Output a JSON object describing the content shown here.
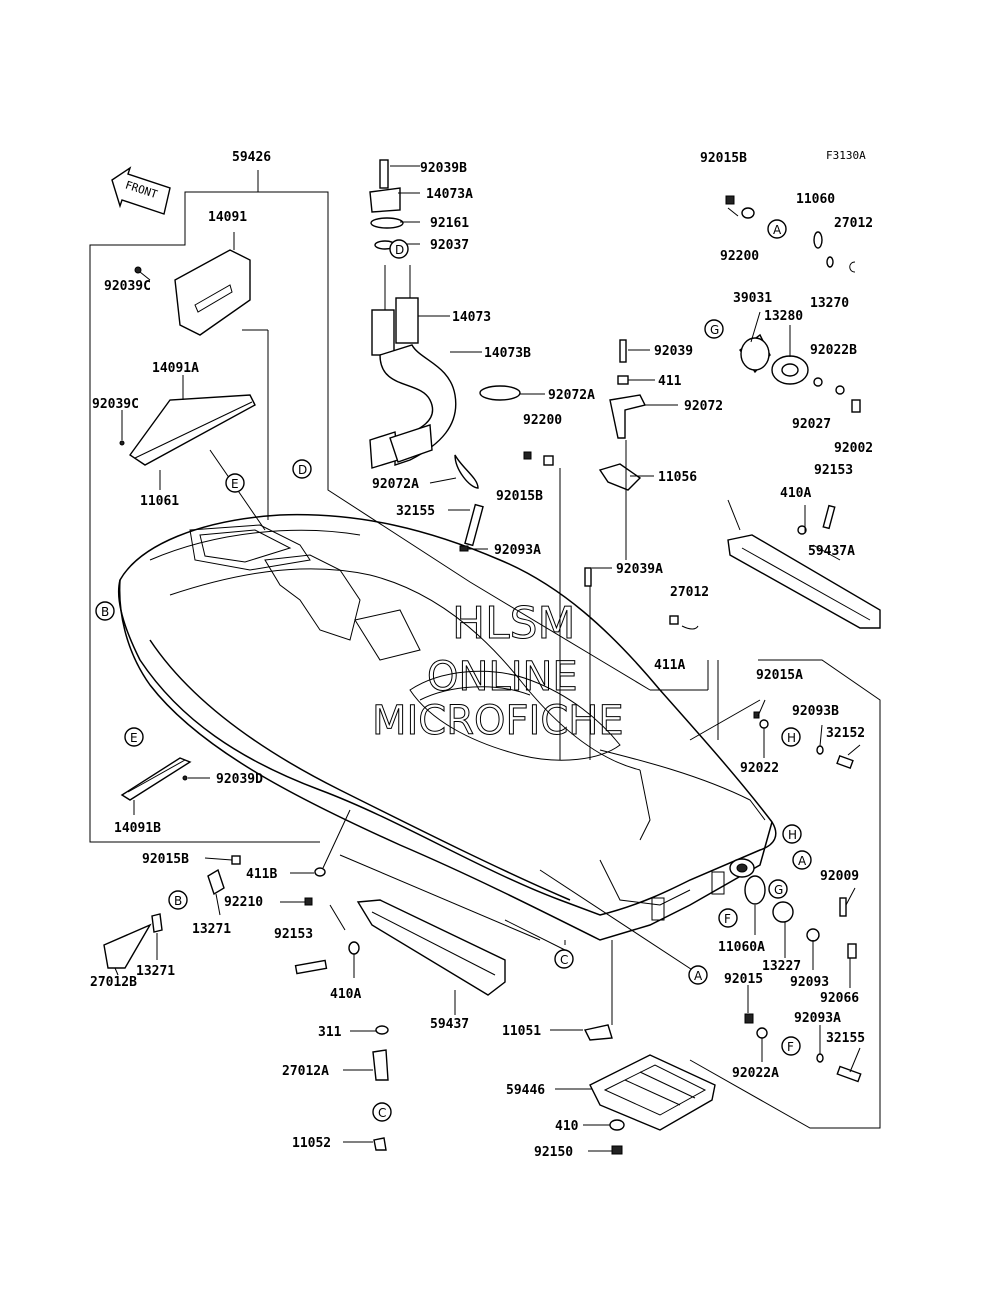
{
  "diagram": {
    "figure_code": "F3130A",
    "front_label": "FRONT",
    "watermark": [
      "HLSM",
      "ONLINE",
      "MICROFICHE"
    ],
    "part_numbers": {
      "p59426": "59426",
      "p14091": "14091",
      "p92039C_a": "92039C",
      "p14091A": "14091A",
      "p92039C_b": "92039C",
      "p11061": "11061",
      "p92039B": "92039B",
      "p14073A": "14073A",
      "p92161": "92161",
      "p92037": "92037",
      "p14073": "14073",
      "p14073B": "14073B",
      "p92072A_top": "92072A",
      "p92072A_bot": "92072A",
      "p32155_top": "32155",
      "p92093A_top": "92093A",
      "p92200_mid": "92200",
      "p92015B_mid": "92015B",
      "p92039": "92039",
      "p411": "411",
      "p92072": "92072",
      "p11056": "11056",
      "p92039A": "92039A",
      "p27012_mid": "27012",
      "p411A": "411A",
      "p92015B_tr": "92015B",
      "p11060": "11060",
      "p27012_tr": "27012",
      "p92200_tr": "92200",
      "p13270": "13270",
      "p39031": "39031",
      "p13280": "13280",
      "p92022B": "92022B",
      "p92027": "92027",
      "p92002": "92002",
      "p92153_tr": "92153",
      "p410A_tr": "410A",
      "p59437A": "59437A",
      "p92015A": "92015A",
      "p92093B": "92093B",
      "p32152": "32152",
      "p92022": "92022",
      "p92009": "92009",
      "p11060A": "11060A",
      "p13227": "13227",
      "p92093": "92093",
      "p92066": "92066",
      "p92015_br": "92015",
      "p92093A_br": "92093A",
      "p32155_br": "32155",
      "p92022A": "92022A",
      "p14091B": "14091B",
      "p92039D": "92039D",
      "p92015B_bl": "92015B",
      "p411B": "411B",
      "p92210": "92210",
      "p13271_a": "13271",
      "p13271_b": "13271",
      "p27012B": "27012B",
      "p92153_bl": "92153",
      "p410A_bl": "410A",
      "p59437": "59437",
      "p311": "311",
      "p27012A": "27012A",
      "p11052": "11052",
      "p11051": "11051",
      "p59446": "59446",
      "p410": "410",
      "p92150": "92150"
    },
    "callouts": {
      "A": "A",
      "B": "B",
      "C": "C",
      "D": "D",
      "E": "E",
      "F": "F",
      "G": "G",
      "H": "H"
    }
  }
}
